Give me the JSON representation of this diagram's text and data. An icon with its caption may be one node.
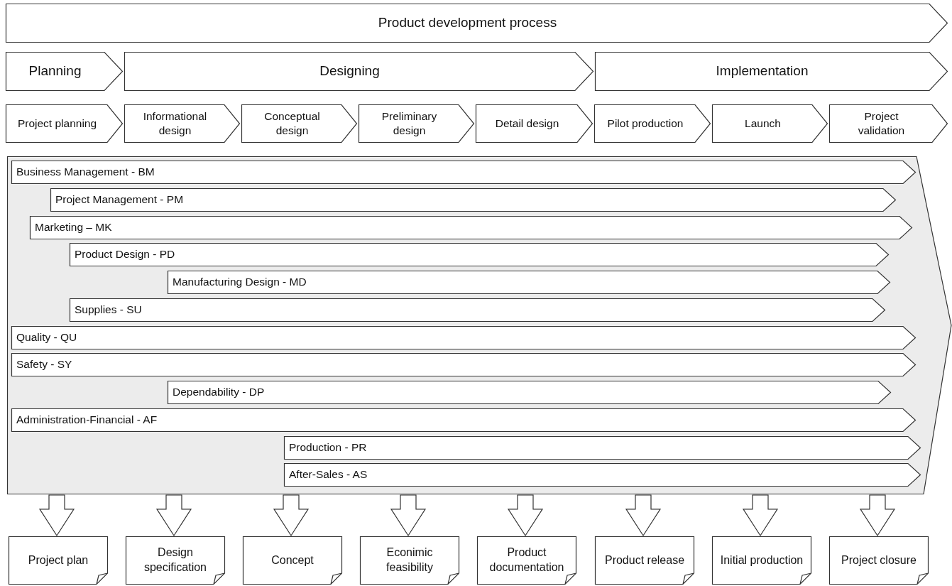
{
  "diagram": {
    "nodes": [
      {
        "text": [
          "Product development process"
        ]
      },
      {
        "text": [
          "Planning"
        ]
      },
      {
        "text": [
          "Designing"
        ]
      },
      {
        "text": [
          "Implementation"
        ]
      },
      {
        "text": [
          "Project planning"
        ]
      },
      {
        "text": [
          "Informational design"
        ]
      },
      {
        "text": [
          "Conceptual design"
        ]
      },
      {
        "text": [
          "Preliminary design"
        ]
      },
      {
        "text": [
          "Detail design"
        ]
      },
      {
        "text": [
          "Pilot production"
        ]
      },
      {
        "text": [
          "Launch"
        ]
      },
      {
        "text": [
          "Project validation"
        ]
      },
      {
        "text": [],
        "shape": "arrow"
      },
      {
        "text": [
          "Business Management - BM"
        ],
        "in": 12
      },
      {
        "text": [
          "Project Management - PM"
        ],
        "in": 12
      },
      {
        "text": [
          "Marketing – MK"
        ],
        "in": 12
      },
      {
        "text": [
          "Product Design - PD"
        ],
        "in": 12
      },
      {
        "text": [
          "Manufacturing Design - MD"
        ],
        "in": 12
      },
      {
        "text": [
          "Supplies - SU"
        ],
        "in": 12
      },
      {
        "text": [
          "Quality - QU"
        ],
        "in": 12
      },
      {
        "text": [
          "Safety - SY"
        ],
        "in": 12
      },
      {
        "text": [
          "Dependability - DP"
        ],
        "in": 12
      },
      {
        "text": [
          "Administration-Financial - AF"
        ],
        "in": 12
      },
      {
        "text": [
          "Production - PR"
        ],
        "in": 12
      },
      {
        "text": [
          "After-Sales - AS"
        ],
        "in": 12
      },
      {
        "text": [
          "Project plan"
        ]
      },
      {
        "text": [
          "Design specification"
        ]
      },
      {
        "text": [
          "Concept"
        ]
      },
      {
        "text": [
          "Econimic feasibility"
        ]
      },
      {
        "text": [
          "Product documentation"
        ]
      },
      {
        "text": [
          "Product release"
        ]
      },
      {
        "text": [
          "Initial production"
        ]
      },
      {
        "text": [
          "Project closure"
        ]
      }
    ],
    "edges": [
      {
        "from": 12,
        "to": 25,
        "arrow": "to"
      },
      {
        "from": 12,
        "to": 26,
        "arrow": "to"
      },
      {
        "from": 12,
        "to": 27,
        "arrow": "to"
      },
      {
        "from": 12,
        "to": 28,
        "arrow": "to"
      },
      {
        "from": 12,
        "to": 29,
        "arrow": "to"
      },
      {
        "from": 12,
        "to": 30,
        "arrow": "to"
      },
      {
        "from": 12,
        "to": 31,
        "arrow": "to"
      },
      {
        "from": 12,
        "to": 32,
        "arrow": "to"
      }
    ]
  }
}
